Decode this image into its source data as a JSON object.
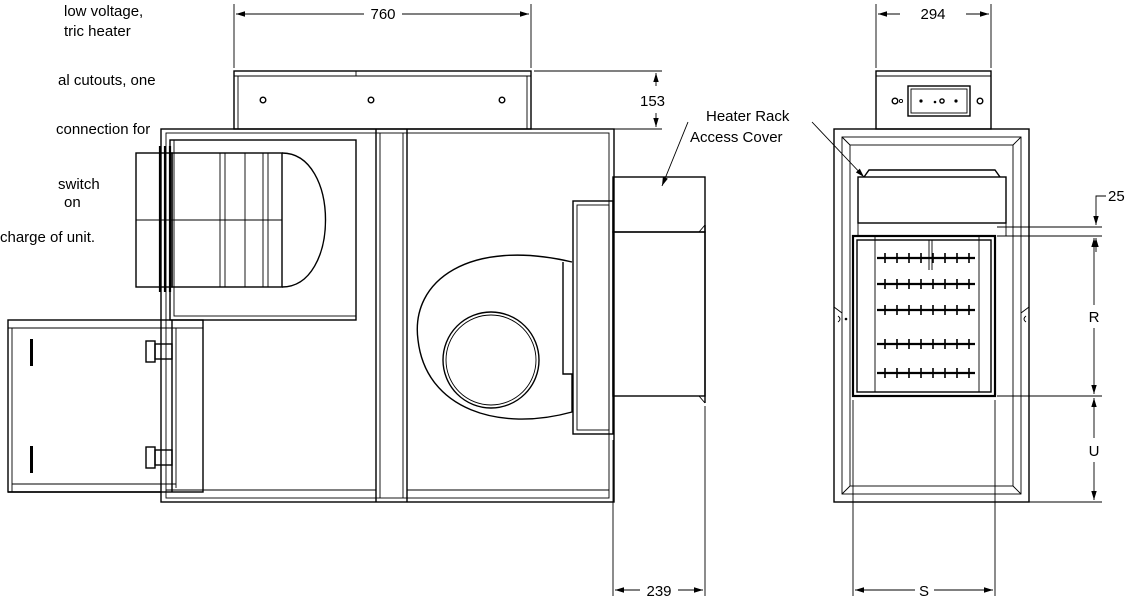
{
  "notes": {
    "lines": [
      "low voltage,",
      "tric heater",
      "",
      "al cutouts, one",
      "",
      "connection for",
      "",
      " switch",
      "on",
      "charge of unit."
    ]
  },
  "dimensions": {
    "overall_width": "760",
    "top_box_height": "153",
    "outlet_depth": "239",
    "side_width": "294",
    "offset": "25",
    "dim_r": "R",
    "dim_u": "U",
    "dim_s": "S"
  },
  "callouts": {
    "heater_rack_line1": "Heater Rack",
    "heater_rack_line2": "Access Cover"
  }
}
